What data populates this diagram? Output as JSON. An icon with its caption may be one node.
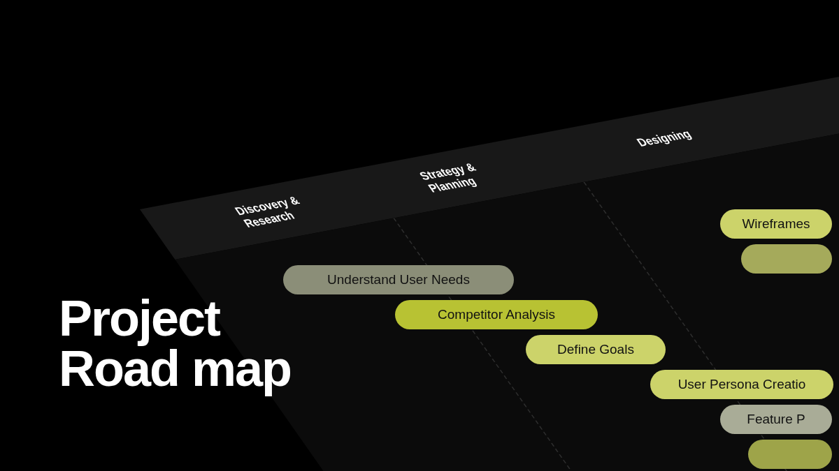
{
  "diagram": {
    "title": "Project Road map",
    "nodes": [
      {
        "text": [
          "Discovery & Research"
        ]
      },
      {
        "text": [
          "Strategy & Planning"
        ]
      },
      {
        "text": [
          "Designing"
        ]
      },
      {
        "text": [
          "Understand User Needs"
        ]
      },
      {
        "text": [
          "Competitor Analysis"
        ]
      },
      {
        "text": [
          "Define Goals"
        ]
      },
      {
        "text": [
          "Wireframes"
        ]
      },
      {
        "text": [],
        "shape": "box"
      },
      {
        "text": [
          "User Persona Creatio"
        ]
      },
      {
        "text": [
          "Feature P"
        ]
      },
      {
        "text": [],
        "shape": "box"
      }
    ],
    "edges": []
  }
}
